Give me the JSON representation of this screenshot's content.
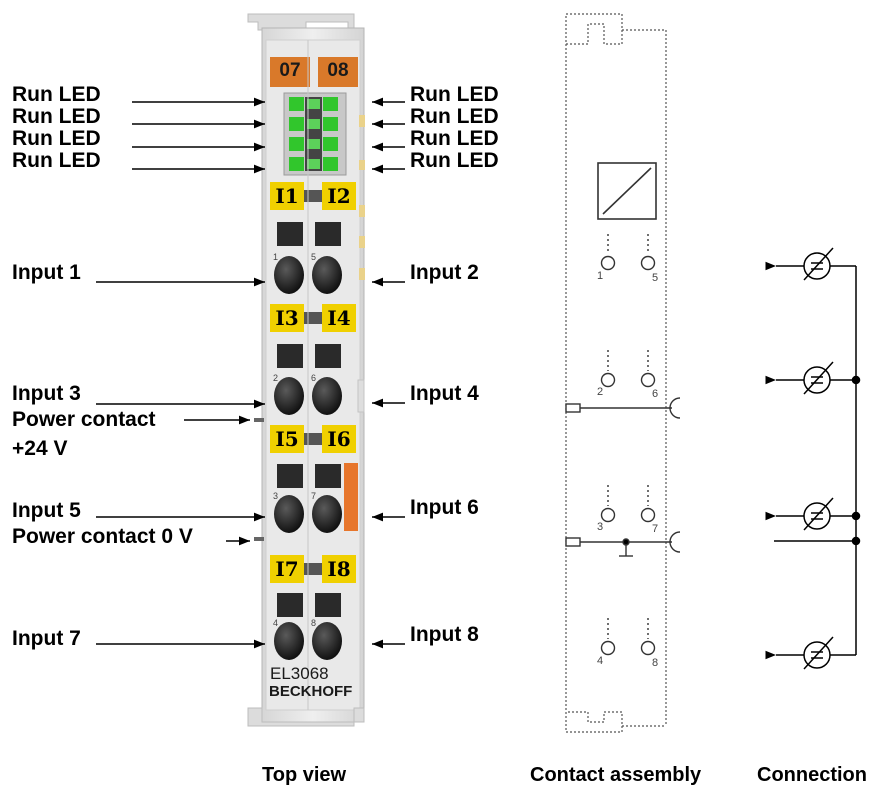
{
  "module": {
    "channel_numbers": [
      "07",
      "08"
    ],
    "channel_tags": [
      "I1",
      "I2",
      "I3",
      "I4",
      "I5",
      "I6",
      "I7",
      "I8"
    ],
    "model": "EL3068",
    "brand": "BECKHOFF"
  },
  "left_labels": {
    "run_led_1": "Run LED",
    "run_led_2": "Run LED",
    "run_led_3": "Run LED",
    "run_led_4": "Run LED",
    "input_1": "Input 1",
    "input_3": "Input 3",
    "power_contact_24": "Power contact",
    "power_contact_24_value": "+24 V",
    "input_5": "Input 5",
    "power_contact_0": "Power contact 0 V",
    "input_7": "Input 7"
  },
  "right_labels": {
    "run_led_1": "Run LED",
    "run_led_2": "Run LED",
    "run_led_3": "Run LED",
    "run_led_4": "Run LED",
    "input_2": "Input 2",
    "input_4": "Input 4",
    "input_6": "Input 6",
    "input_8": "Input 8"
  },
  "contact_numbers": [
    "1",
    "5",
    "2",
    "6",
    "3",
    "7",
    "4",
    "8"
  ],
  "terminal_numbers": [
    "1",
    "5",
    "2",
    "6",
    "3",
    "7",
    "4",
    "8"
  ],
  "captions": {
    "top_view": "Top view",
    "contact_assembly": "Contact assembly",
    "connection": "Connection"
  },
  "colors": {
    "housing": "#e4e4e4",
    "channel_number_bg": "#d9792a",
    "tag_bg": "#f0d000",
    "led_green": "#31c62c",
    "power_led_orange": "#e7762c"
  }
}
